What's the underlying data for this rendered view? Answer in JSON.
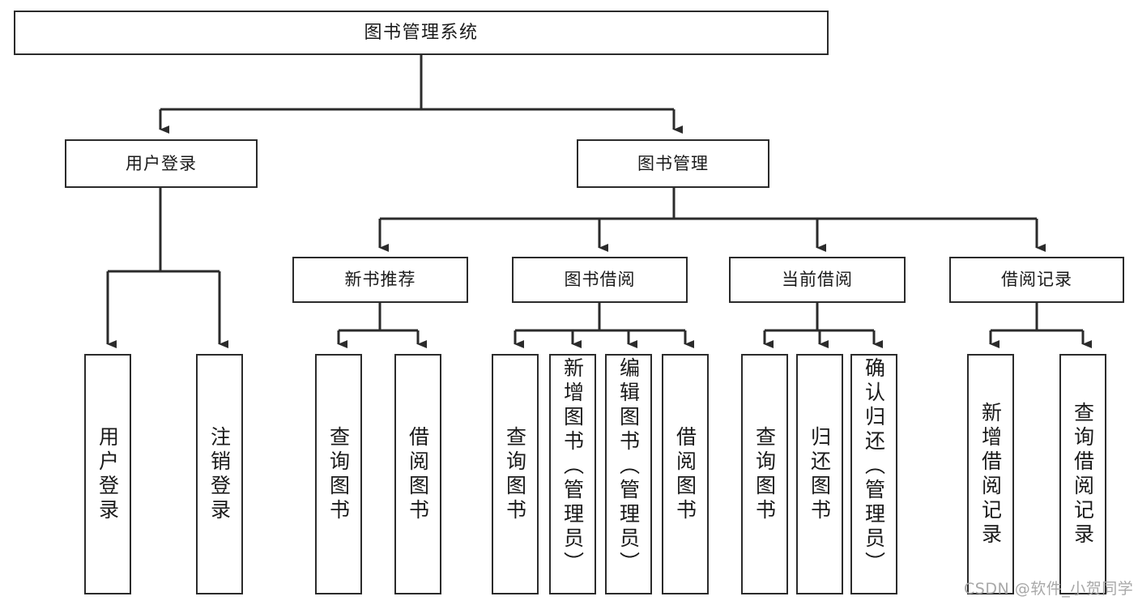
{
  "diagram": {
    "type": "tree-hierarchy-flowchart",
    "title": "图书管理系统",
    "watermark": "CSDN @软件_小贺同学",
    "colors": {
      "background": "#ffffff",
      "box_border": "#2b2b2b",
      "box_fill": "#ffffff",
      "text": "#1a1a1a",
      "connector": "#2b2b2b",
      "watermark": "#a8a8a8"
    },
    "nodes": {
      "root": {
        "label": "图书管理系统"
      },
      "level1": [
        {
          "label": "用户登录"
        },
        {
          "label": "图书管理"
        }
      ],
      "level2": [
        {
          "label": "新书推荐"
        },
        {
          "label": "图书借阅"
        },
        {
          "label": "当前借阅"
        },
        {
          "label": "借阅记录"
        }
      ],
      "leaves": {
        "user_login": [
          {
            "label": "用户登录"
          },
          {
            "label": "注销登录"
          }
        ],
        "new_book_recommend": [
          {
            "label": "查询图书"
          },
          {
            "label": "借阅图书"
          }
        ],
        "book_borrow": [
          {
            "label": "查询图书"
          },
          {
            "label": "新增图书（管理员）"
          },
          {
            "label": "编辑图书（管理员）"
          },
          {
            "label": "借阅图书"
          }
        ],
        "current_borrow": [
          {
            "label": "查询图书"
          },
          {
            "label": "归还图书"
          },
          {
            "label": "确认归还（管理员）"
          }
        ],
        "borrow_record": [
          {
            "label": "新增借阅记录"
          },
          {
            "label": "查询借阅记录"
          }
        ]
      }
    }
  }
}
